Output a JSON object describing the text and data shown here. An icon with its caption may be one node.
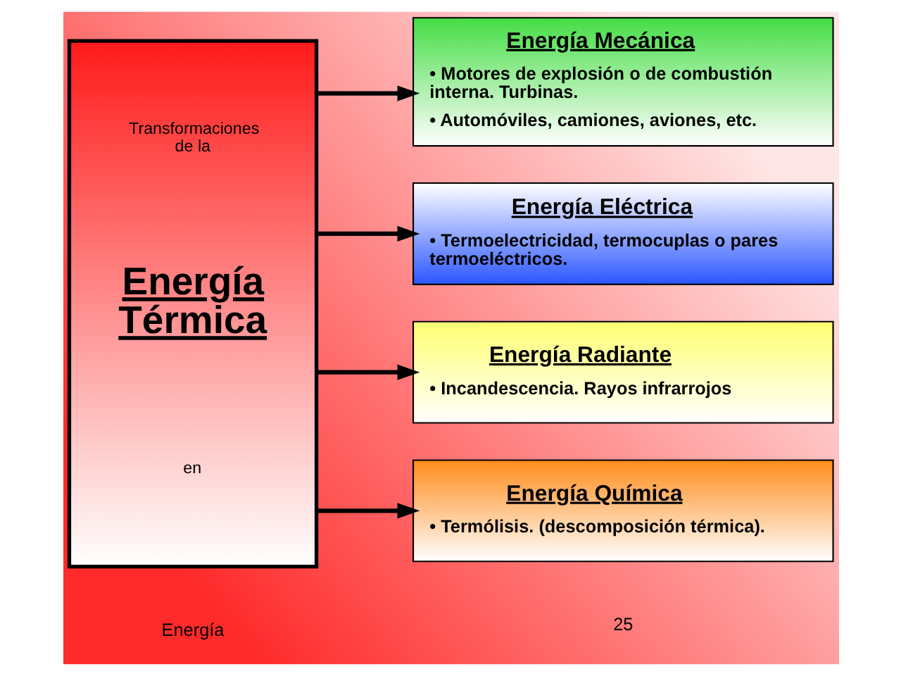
{
  "diagram": {
    "nodes": [
      {
        "text": [
          "Transformaciones de la",
          "Energía Térmica",
          "en"
        ]
      },
      {
        "text": [
          "Energía Mecánica",
          "• Motores de explosión o de combustión interna. Turbinas.",
          "• Automóviles, camiones, aviones, etc."
        ]
      },
      {
        "text": [
          "Energía Eléctrica",
          "• Termoelectricidad, termocuplas o pares termoeléctricos."
        ]
      },
      {
        "text": [
          "Energía Radiante",
          "• Incandescencia. Rayos infrarrojos"
        ]
      },
      {
        "text": [
          "Energía Química",
          "• Termólisis. (descomposición térmica)."
        ]
      }
    ],
    "edges": [
      {
        "from": 0,
        "to": 1,
        "arrow": "to"
      },
      {
        "from": 0,
        "to": 2,
        "arrow": "to"
      },
      {
        "from": 0,
        "to": 3,
        "arrow": "to"
      },
      {
        "from": 0,
        "to": 4,
        "arrow": "to"
      }
    ],
    "labels": [
      "Energía",
      "25"
    ]
  }
}
